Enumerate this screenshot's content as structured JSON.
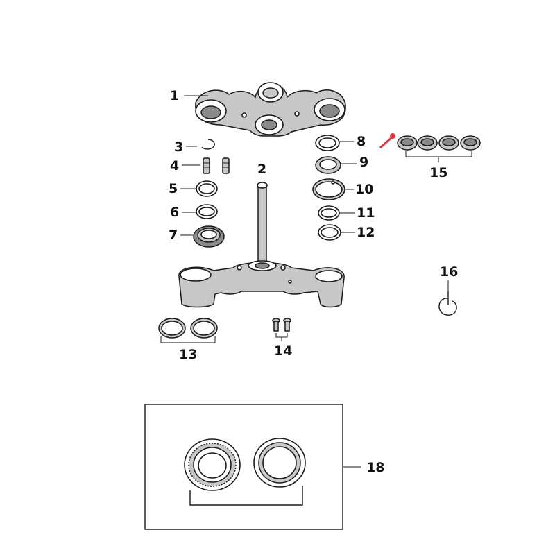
{
  "labels": [
    "1",
    "2",
    "3",
    "4",
    "5",
    "6",
    "7",
    "8",
    "9",
    "10",
    "11",
    "12",
    "13",
    "14",
    "15",
    "16",
    "18"
  ],
  "colors": {
    "stroke": "#1a1a1a",
    "part_fill": "#c8c8c8",
    "pointer": "#e0373b"
  }
}
